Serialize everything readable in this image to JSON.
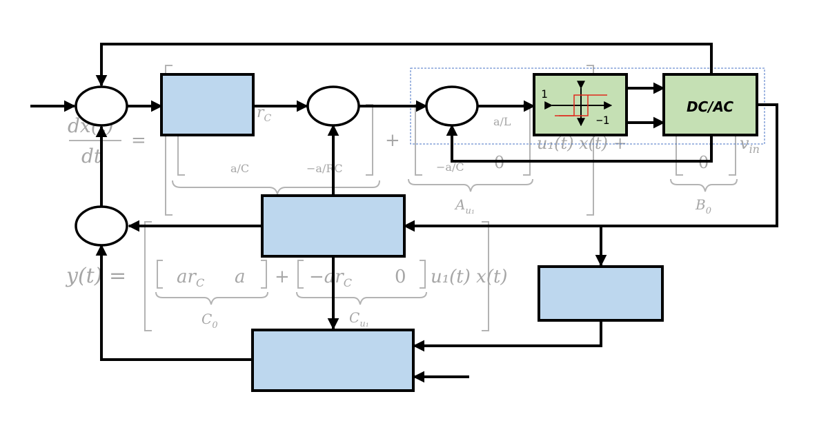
{
  "relay_block": {
    "high_label": "1",
    "low_label": "−1"
  },
  "inverter_block": {
    "label": "DC/AC"
  },
  "background_equations": {
    "state_lhs_top": "dx(t)",
    "state_lhs_bottom": "dt",
    "equals": "=",
    "plus": "+",
    "matrix_entry_rc": "r",
    "matrix_entry_rc_sub": "C",
    "matrix_entry_a_over_c": "a/C",
    "matrix_entry_neg_a_over_rc": "−a/RC",
    "matrix_entry_a_over_l": "a/L",
    "matrix_entry_neg_a_over_c": "−a/C",
    "matrix_entry_zero": "0",
    "input_term": "u₁(t) x(t) +",
    "source_term": "v",
    "source_sub": "in",
    "label_au1": "A",
    "label_au1_sub": "u₁",
    "label_b0": "B",
    "label_b0_sub": "0",
    "output_lhs": "y(t) =",
    "c0_entries": "ar",
    "c0_sub": "C",
    "c0_entry2": "a",
    "cu1_entries": "−ar",
    "cu1_sub": "C",
    "cu1_zero": "0",
    "output_tail": "u₁(t)  x(t)",
    "label_c0": "C",
    "label_c0_sub": "0",
    "label_cu1": "C",
    "label_cu1_sub": "u₁"
  }
}
